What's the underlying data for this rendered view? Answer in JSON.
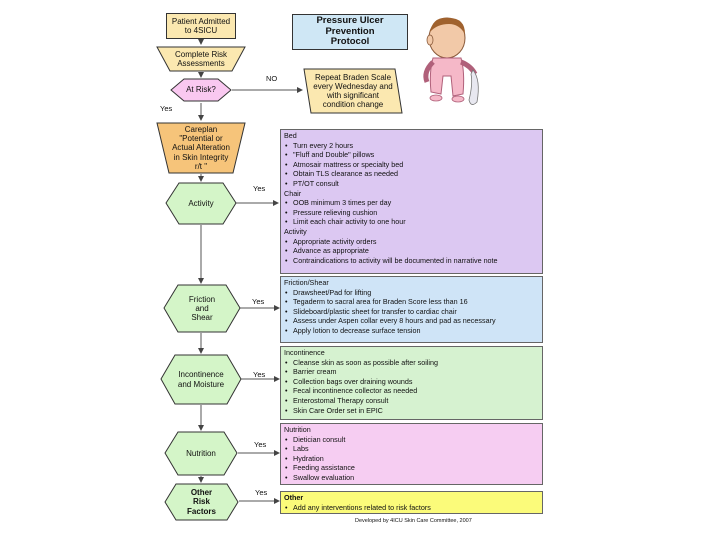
{
  "colors": {
    "step_fill": "#fbe8b0",
    "decision_fill": "#f9c8f0",
    "careplan_fill": "#f6c47a",
    "hexagon_fill": "#d4f5c8",
    "bed_panel": "#dcc8f2",
    "friction_panel": "#cfe4f7",
    "incontinence_panel": "#d6f2d0",
    "nutrition_panel": "#f6cdf2",
    "other_panel": "#fbfb7a",
    "title_fill": "#cfe7f5"
  },
  "flow": {
    "admitted": "Patient Admitted\nto 4SICU",
    "title": "Pressure Ulcer Prevention\nProtocol",
    "risk_assessment": "Complete Risk\nAssessments",
    "at_risk": "At Risk?",
    "no_label": "NO",
    "yes_label": "Yes",
    "repeat_braden": "Repeat Braden Scale\nevery Wednesday and\nwith significant\ncondition change",
    "careplan": "Careplan\n\"Potential or\nActual Alteration\nin Skin Integrity\nr/t \"",
    "activity": "Activity",
    "friction": "Friction\nand\nShear",
    "incontinence": "Incontinence\nand Moisture",
    "nutrition": "Nutrition",
    "other": "Other\nRisk\nFactors",
    "yes_edges": [
      "Yes",
      "Yes",
      "Yes",
      "Yes",
      "Yes"
    ]
  },
  "panels": {
    "bed": {
      "heading": "Bed",
      "items": [
        "Turn every 2 hours",
        "\"Fluff and Double\" pillows",
        "Atmosair mattress or specialty bed",
        "Obtain TLS clearance as needed",
        "PT/OT consult"
      ],
      "chair_heading": "Chair",
      "chair_items": [
        "OOB minimum 3 times per day",
        "Pressure relieving cushion",
        "Limit each chair activity to one hour"
      ],
      "activity_heading": "Activity",
      "activity_items": [
        "Appropriate activity orders",
        "Advance as appropriate",
        "Contraindications to activity will be documented in narrative note"
      ]
    },
    "friction": {
      "heading": "Friction/Shear",
      "items": [
        "Drawsheet/Pad for lifting",
        "Tegaderm to sacral area for Braden Score less than 16",
        "Slideboard/plastic sheet for transfer to cardiac chair",
        "Assess under Aspen collar every 8 hours and pad as necessary",
        "Apply lotion to decrease surface tension"
      ]
    },
    "incontinence": {
      "heading": "Incontinence",
      "items": [
        "Cleanse skin as soon as possible after soiling",
        "Barrier cream",
        "Collection bags over draining wounds",
        "Fecal incontinence collector as needed",
        "Enterostomal Therapy consult",
        "Skin Care Order set in EPIC"
      ]
    },
    "nutrition": {
      "heading": "Nutrition",
      "items": [
        "Dietician consult",
        "Labs",
        "Hydration",
        "Feeding assistance",
        "Swallow evaluation"
      ]
    },
    "other": {
      "heading": "Other",
      "items": [
        "Add any interventions related to risk factors"
      ]
    }
  },
  "credit": "Developed by 4ICU Skin Care Committee, 2007"
}
